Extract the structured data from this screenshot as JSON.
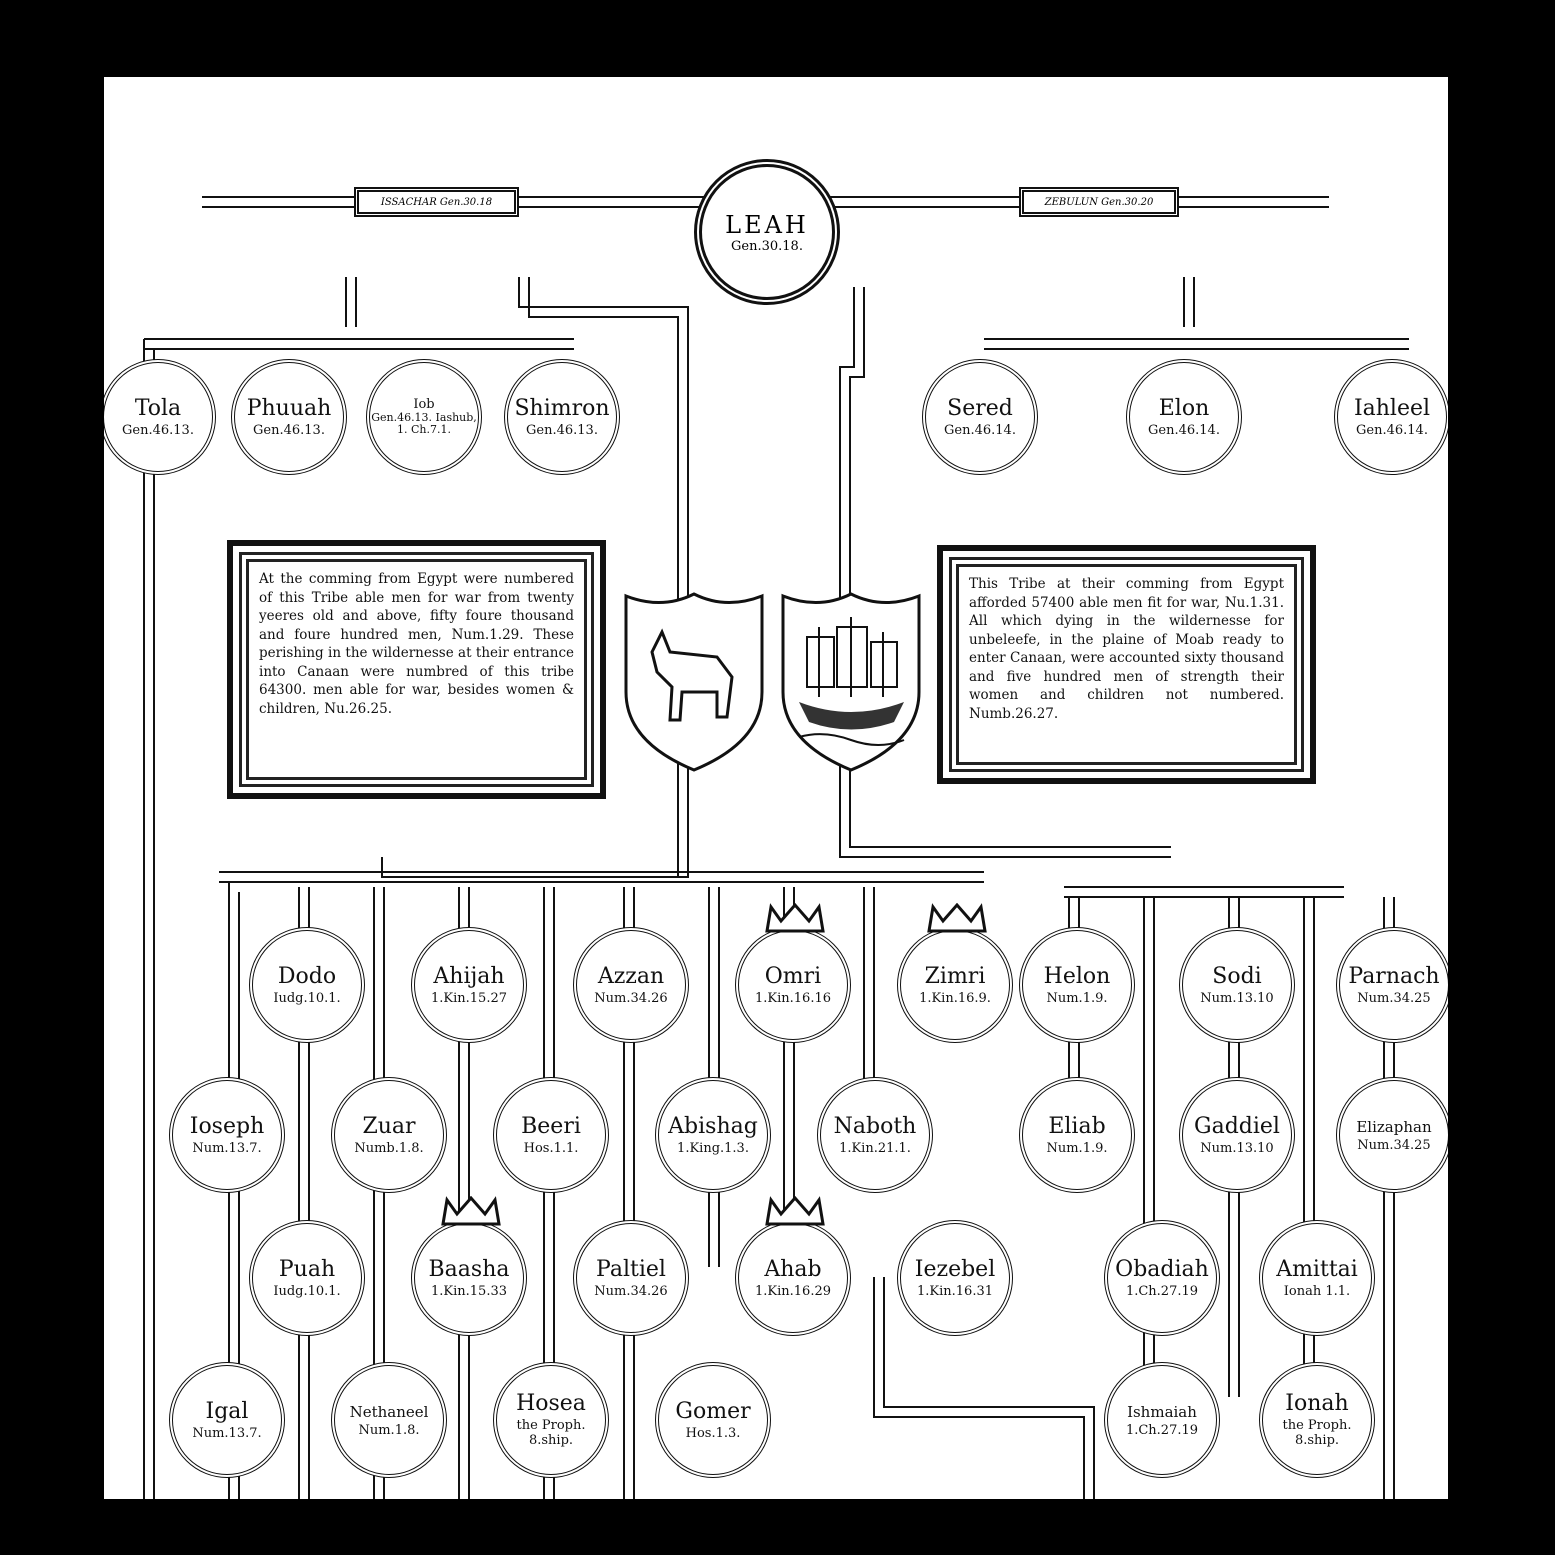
{
  "root": {
    "name": "LEAH",
    "ref": "Gen.30.18."
  },
  "banners": {
    "left": "ISSACHAR Gen.30.18",
    "right": "ZEBULUN Gen.30.20"
  },
  "tablets": {
    "left": "At the comming from Egypt were numbered of this Tribe able men for war from twenty yeeres old and above, fifty foure thousand and foure hundred men, Num.1.29. These perishing in the wildernesse at their entrance into Canaan were numbred of this tribe 64300. men able for war, besides women & children, Nu.26.25.",
    "right": "This Tribe at their comming from Egypt afforded 57400 able men fit for war, Nu.1.31. All which dying in the wildernesse for unbeleefe, in the plaine of Moab ready to enter Canaan, were accounted sixty thousand and five hundred men of strength their women and children not numbered. Numb.26.27."
  },
  "nodes": {
    "tola": {
      "name": "Tola",
      "ref": "Gen.46.13."
    },
    "phuuah": {
      "name": "Phuuah",
      "ref": "Gen.46.13."
    },
    "iob": {
      "name": "Iob",
      "ref": "Gen.46.13. Iashub, 1. Ch.7.1."
    },
    "shimron": {
      "name": "Shimron",
      "ref": "Gen.46.13."
    },
    "sered": {
      "name": "Sered",
      "ref": "Gen.46.14."
    },
    "elon": {
      "name": "Elon",
      "ref": "Gen.46.14."
    },
    "iahleel": {
      "name": "Iahleel",
      "ref": "Gen.46.14."
    },
    "dodo": {
      "name": "Dodo",
      "ref": "Iudg.10.1."
    },
    "ahijah": {
      "name": "Ahijah",
      "ref": "1.Kin.15.27"
    },
    "azzan": {
      "name": "Azzan",
      "ref": "Num.34.26"
    },
    "omri": {
      "name": "Omri",
      "ref": "1.Kin.16.16"
    },
    "zimri": {
      "name": "Zimri",
      "ref": "1.Kin.16.9."
    },
    "helon": {
      "name": "Helon",
      "ref": "Num.1.9."
    },
    "sodi": {
      "name": "Sodi",
      "ref": "Num.13.10"
    },
    "parnach": {
      "name": "Parnach",
      "ref": "Num.34.25"
    },
    "joseph": {
      "name": "Ioseph",
      "ref": "Num.13.7."
    },
    "zuar": {
      "name": "Zuar",
      "ref": "Numb.1.8."
    },
    "beeri": {
      "name": "Beeri",
      "ref": "Hos.1.1."
    },
    "abishag": {
      "name": "Abishag",
      "ref": "1.King.1.3."
    },
    "naboth": {
      "name": "Naboth",
      "ref": "1.Kin.21.1."
    },
    "eliab": {
      "name": "Eliab",
      "ref": "Num.1.9."
    },
    "gaddiel": {
      "name": "Gaddiel",
      "ref": "Num.13.10"
    },
    "elizaphan": {
      "name": "Elizaphan",
      "ref": "Num.34.25"
    },
    "puah": {
      "name": "Puah",
      "ref": "Iudg.10.1."
    },
    "baasha": {
      "name": "Baasha",
      "ref": "1.Kin.15.33"
    },
    "paltiel": {
      "name": "Paltiel",
      "ref": "Num.34.26"
    },
    "ahab": {
      "name": "Ahab",
      "ref": "1.Kin.16.29"
    },
    "iezebel": {
      "name": "Iezebel",
      "ref": "1.Kin.16.31"
    },
    "obadiah": {
      "name": "Obadiah",
      "ref": "1.Ch.27.19"
    },
    "amittai": {
      "name": "Amittai",
      "ref": "Ionah 1.1."
    },
    "igal": {
      "name": "Igal",
      "ref": "Num.13.7."
    },
    "nethaneel": {
      "name": "Nethaneel",
      "ref": "Num.1.8."
    },
    "hosea": {
      "name": "Hosea",
      "ref": "the Proph. 8.ship."
    },
    "gomer": {
      "name": "Gomer",
      "ref": "Hos.1.3."
    },
    "ishmaiah": {
      "name": "Ishmaiah",
      "ref": "1.Ch.27.19"
    },
    "ionah": {
      "name": "Ionah",
      "ref": "the Proph. 8.ship."
    }
  },
  "shields": {
    "left": "ass-shield-icon",
    "right": "ship-shield-icon"
  },
  "crowns": [
    "omri",
    "zimri",
    "baasha",
    "ahab"
  ]
}
